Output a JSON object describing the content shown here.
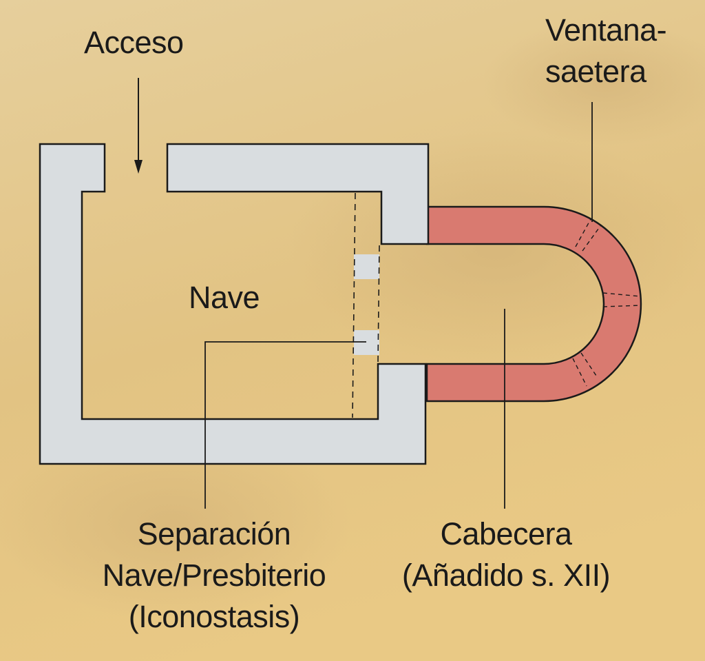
{
  "labels": {
    "acceso": "Acceso",
    "ventana_line1": "Ventana-",
    "ventana_line2": "saetera",
    "nave": "Nave",
    "separacion_line1": "Separación",
    "separacion_line2": "Nave/Presbiterio",
    "separacion_line3": "(Iconostasis)",
    "cabecera_line1": "Cabecera",
    "cabecera_line2": "(Añadido s. XII)"
  },
  "colors": {
    "background": "#e8c98a",
    "original_wall": "#d9dde0",
    "added_wall": "#d97a70",
    "outline": "#1a1a1a",
    "text": "#1a1a1a"
  }
}
